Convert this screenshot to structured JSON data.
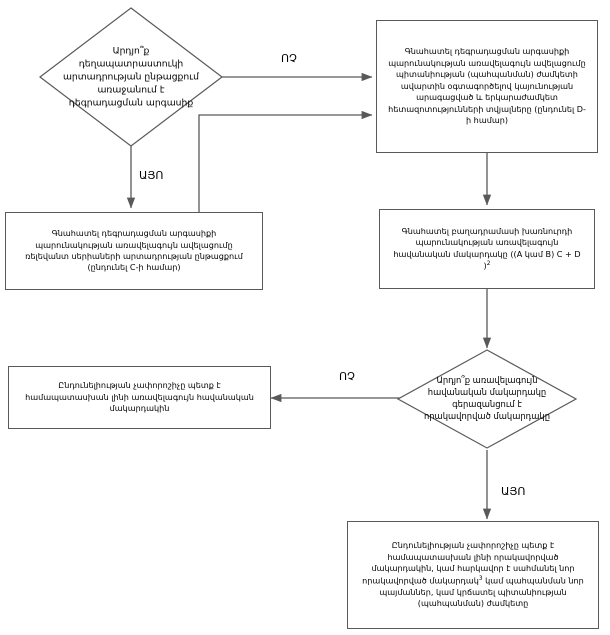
{
  "diagram": {
    "title": "Degradation product acceptance criteria decision flowchart",
    "language": "hy",
    "line_color": "#595959",
    "text_color": "#000000",
    "background": "#ffffff"
  },
  "nodes": {
    "decision_formation": {
      "shape": "diamond",
      "text": "Արդյո՞ք դեղապատրաստուկի արտադրության ընթացքում առաջանում է դեգրադացման արգասիք"
    },
    "estimate_shelf_life": {
      "shape": "box",
      "text": "Գնահատել դեգրադացման արգասիքի պարունակության առավելագույն ավելացումը պիտանիության (պահպանման) ժամկետի ավարտին օգտագործելով կայունության արագացված և երկարաժամկետ հետազոտությունների տվյալները (ընդունել D-ի համար)"
    },
    "estimate_manufacture": {
      "shape": "box",
      "text": "Գնահատել դեգրադացման արգասիքի պարունակության առավելագույն ավելացումը ռելեվանտ սերիաների արտադրության ընթացքում (ընդունել C-ի համար)"
    },
    "estimate_max_level": {
      "shape": "box",
      "text": "Գնահատել բաղադրամասի խառնուրդի պարունակության առավելագույն հավանական մակարդակը ((A կամ B) C + D )",
      "superscript": "2"
    },
    "decision_exceeds": {
      "shape": "diamond",
      "text": "Արդյո՞ք առավելագույն հավանական մակարդակը գերազանցում է որակավորված մակարդակը"
    },
    "result_match_max": {
      "shape": "box",
      "text": "Ընդունելիության չափորոշիչը պետք է համապատասխան լինի առավելագույն հավանական մակարդակին"
    },
    "result_qualified": {
      "shape": "box",
      "text_part1": "Ընդունելիության չափորոշիչը պետք է համապատասխան լինի որակավորված մակարդակին, կամ հարկավոր է սահմանել նոր որակավորված մակարդակ",
      "superscript": "3",
      "text_part2": " կամ պահպանման նոր պայմաններ, կամ կրճատել պիտանիության (պահպանման) ժամկետը"
    }
  },
  "edges": [
    {
      "name": "formation-no",
      "label": "ՈՉ",
      "from": "decision_formation",
      "to": "estimate_shelf_life"
    },
    {
      "name": "formation-yes",
      "label": "ԱՅՈ",
      "from": "decision_formation",
      "to": "estimate_manufacture"
    },
    {
      "name": "manufacture-to-shelf",
      "label": "",
      "from": "estimate_manufacture",
      "to": "estimate_shelf_life"
    },
    {
      "name": "shelf-to-maxlevel",
      "label": "",
      "from": "estimate_shelf_life",
      "to": "estimate_max_level"
    },
    {
      "name": "maxlevel-to-decision",
      "label": "",
      "from": "estimate_max_level",
      "to": "decision_exceeds"
    },
    {
      "name": "exceeds-no",
      "label": "ՈՉ",
      "from": "decision_exceeds",
      "to": "result_match_max"
    },
    {
      "name": "exceeds-yes",
      "label": "ԱՅՈ",
      "from": "decision_exceeds",
      "to": "result_qualified"
    }
  ]
}
